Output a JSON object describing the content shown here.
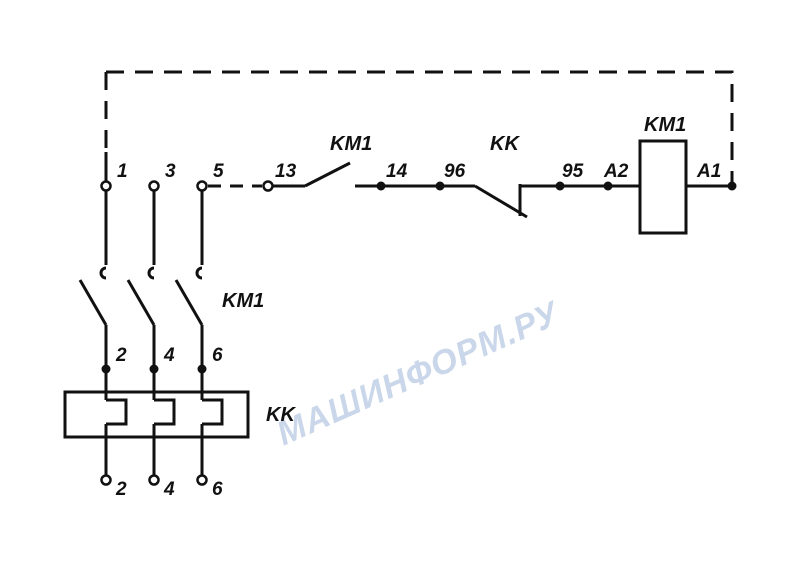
{
  "labels": {
    "t1": "1",
    "t3": "3",
    "t5": "5",
    "t13": "13",
    "km1_top": "KM1",
    "t14": "14",
    "kk_top": "KK",
    "t96": "96",
    "t95": "95",
    "a2": "A2",
    "km1_coil": "KM1",
    "a1": "A1",
    "km1_main": "KM1",
    "t2": "2",
    "t4": "4",
    "t6": "6",
    "kk_relay": "KK",
    "b2": "2",
    "b4": "4",
    "b6": "6"
  },
  "watermark": "МАШИНФОРМ.РУ",
  "colors": {
    "line": "#111111",
    "watermark": "#9fb6d8",
    "background": "#ffffff"
  }
}
